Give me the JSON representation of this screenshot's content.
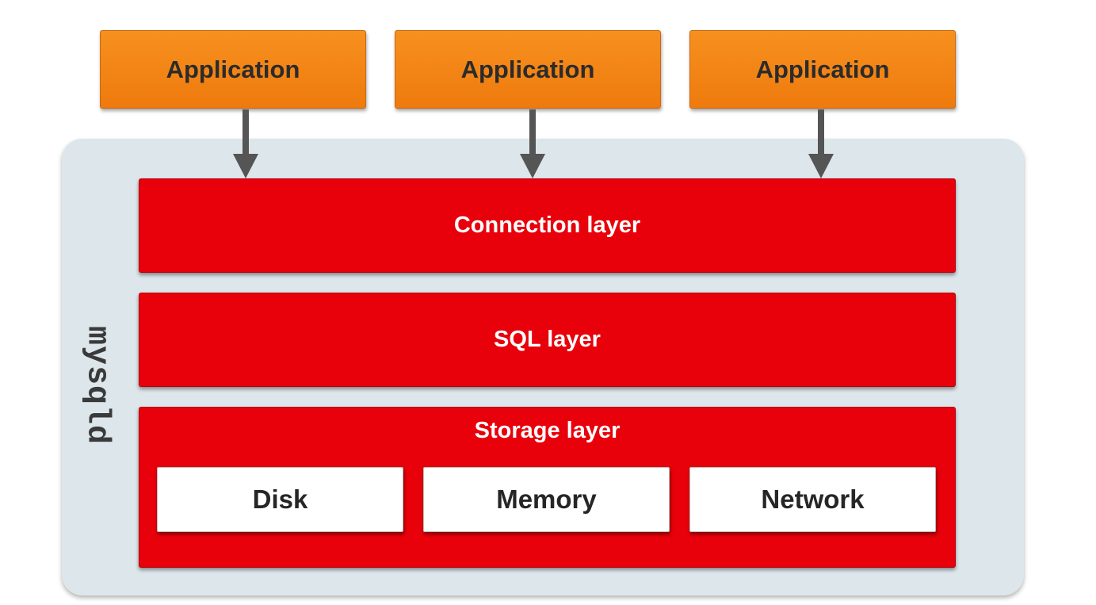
{
  "server": {
    "label": "mysqld",
    "background_color": "#dde6ea"
  },
  "applications": [
    {
      "label": "Application",
      "color": "#f28412"
    },
    {
      "label": "Application",
      "color": "#f28412"
    },
    {
      "label": "Application",
      "color": "#f28412"
    }
  ],
  "layers": {
    "connection": {
      "label": "Connection layer",
      "color": "#e8000b"
    },
    "sql": {
      "label": "SQL layer",
      "color": "#e8000b"
    },
    "storage": {
      "label": "Storage layer",
      "color": "#e8000b",
      "engines": [
        {
          "label": "Disk"
        },
        {
          "label": "Memory"
        },
        {
          "label": "Network"
        }
      ]
    }
  },
  "arrows": [
    {
      "from": "application-1",
      "to": "connection-layer",
      "color": "#555555"
    },
    {
      "from": "application-2",
      "to": "connection-layer",
      "color": "#555555"
    },
    {
      "from": "application-3",
      "to": "connection-layer",
      "color": "#555555"
    }
  ]
}
